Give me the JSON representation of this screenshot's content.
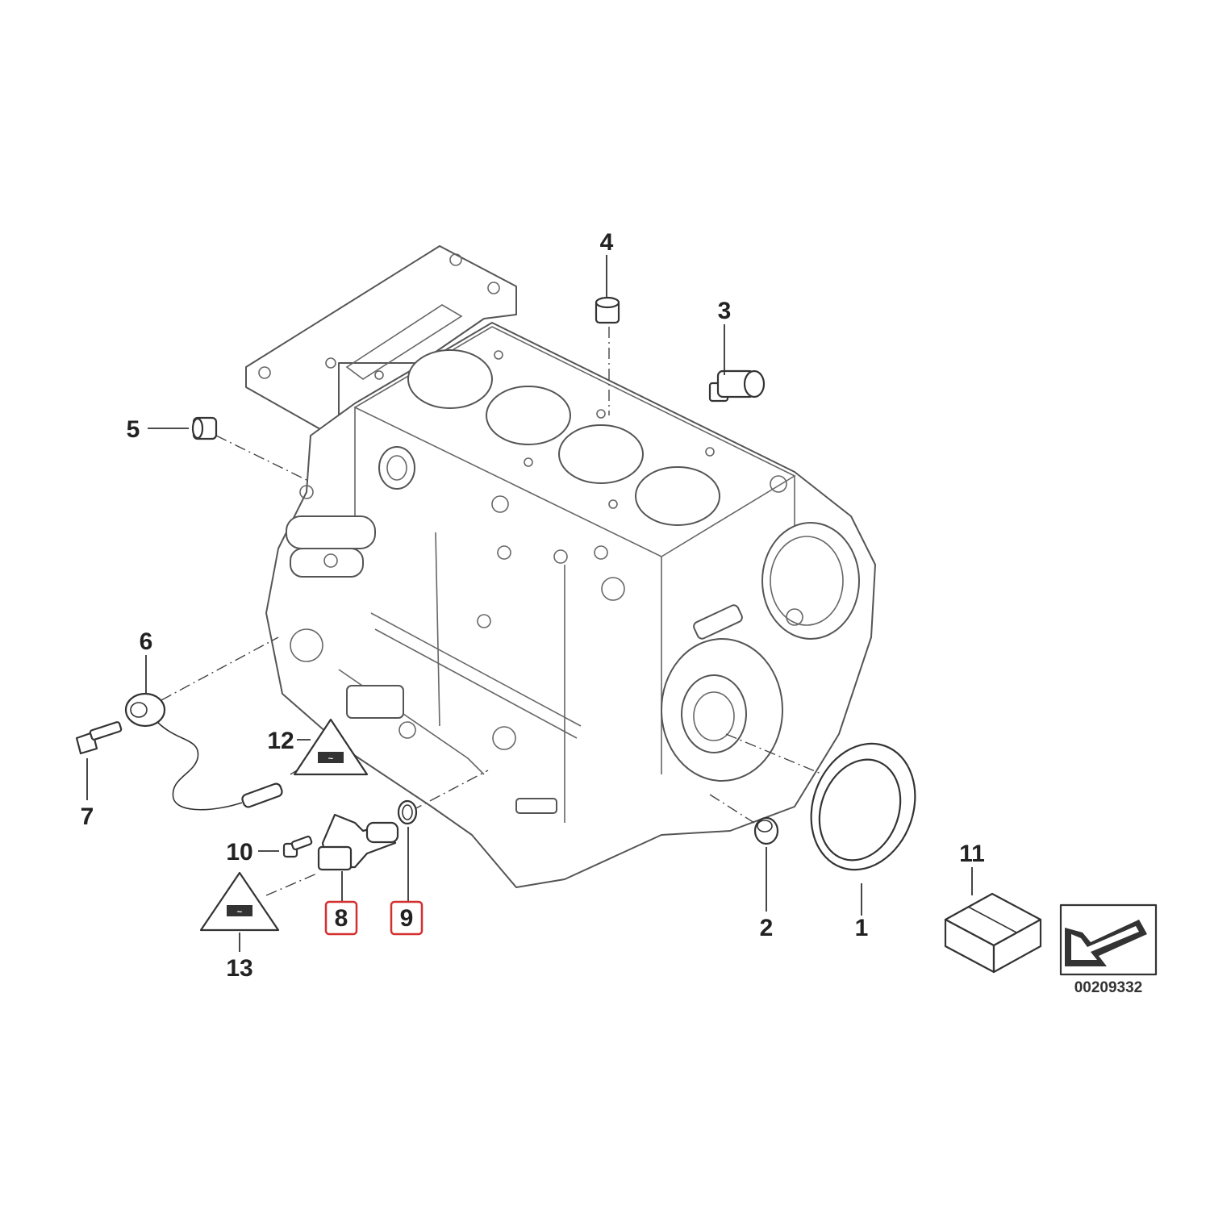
{
  "callouts": {
    "c1": "1",
    "c2": "2",
    "c3": "3",
    "c4": "4",
    "c5": "5",
    "c6": "6",
    "c7": "7",
    "c8": "8",
    "c9": "9",
    "c10": "10",
    "c11": "11",
    "c12": "12",
    "c13": "13"
  },
  "catalog_number": "00209332",
  "highlighted_callouts": [
    "8",
    "9"
  ],
  "colors": {
    "highlight": "#d32f2f",
    "line": "#333333",
    "background": "#ffffff"
  },
  "icons": {
    "warning_triangles": [
      "12",
      "13"
    ],
    "parts_box": "11",
    "navigation_arrow": "arrow-icon"
  }
}
